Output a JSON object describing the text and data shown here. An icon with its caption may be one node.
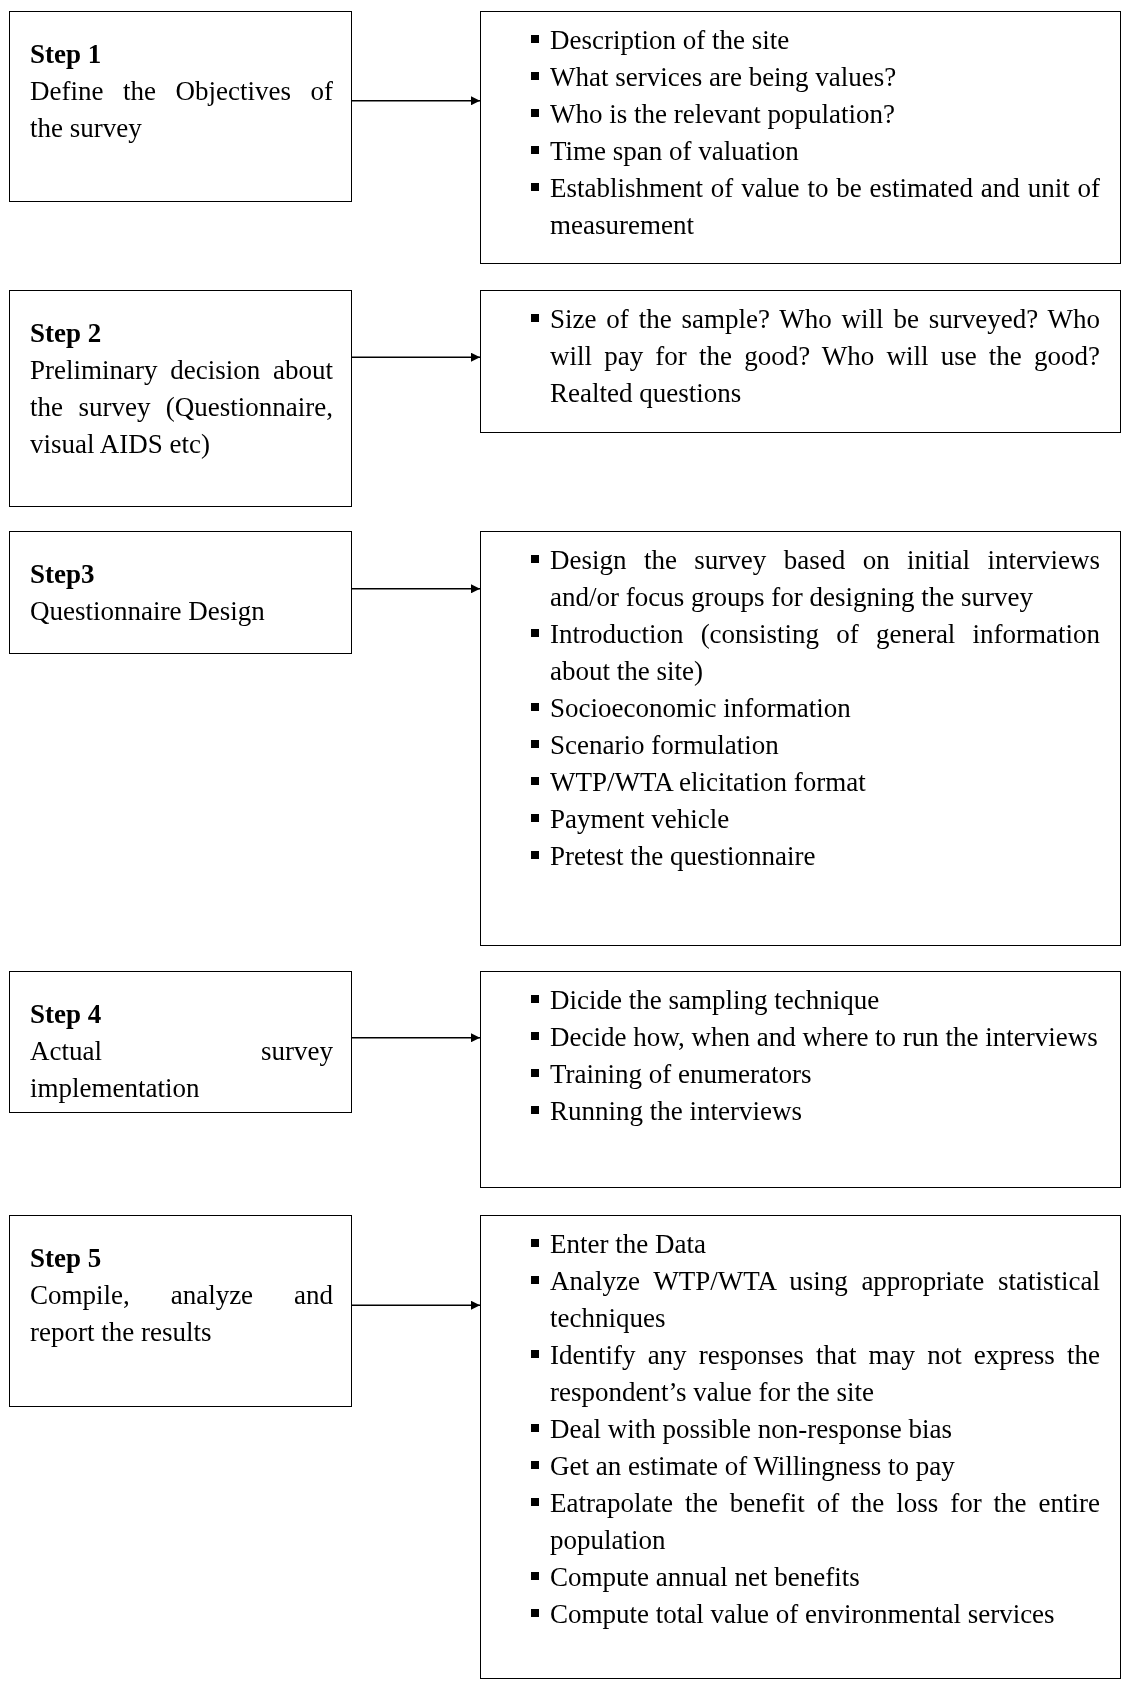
{
  "diagram": {
    "nodes": [
      {
        "text": [
          "Step 1",
          "Define the Objectives of the survey"
        ]
      },
      {
        "text": [
          "Description of the site",
          "What services are being values?",
          "Who is the relevant population?",
          "Time span of valuation",
          "Establishment of value to be estimated and unit of measurement"
        ]
      },
      {
        "text": [
          "Step 2",
          "Preliminary decision about the survey (Questionnaire, visual AIDS etc)"
        ]
      },
      {
        "text": [
          "Size of the sample? Who will be surveyed? Who will pay for the good? Who will use the good? Realted questions"
        ]
      },
      {
        "text": [
          "Step3",
          "Questionnaire Design"
        ]
      },
      {
        "text": [
          "Design the survey based on initial interviews and/or focus groups for designing the survey",
          "Introduction (consisting of general information about the site)",
          "Socioeconomic information",
          "Scenario formulation",
          "WTP/WTA elicitation format",
          "Payment vehicle",
          "Pretest the questionnaire"
        ]
      },
      {
        "text": [
          "Step 4",
          "Actual survey implementation"
        ]
      },
      {
        "text": [
          "Dicide the sampling technique",
          "Decide how, when and where to run the interviews",
          "Training of enumerators",
          "Running the interviews"
        ]
      },
      {
        "text": [
          "Step 5",
          "Compile, analyze and report the results"
        ]
      },
      {
        "text": [
          "Enter the Data",
          "Analyze WTP/WTA using appropriate statistical techniques",
          "Identify any responses that may not express the respondent’s value for the site",
          "Deal with possible non-response bias",
          "Get an estimate of Willingness to pay",
          "Eatrapolate the benefit of the loss for the entire population",
          "Compute annual net benefits",
          "Compute total value of environmental services"
        ]
      }
    ],
    "edges": [
      {
        "from": 0,
        "to": 1,
        "arrow": "to"
      },
      {
        "from": 2,
        "to": 3,
        "arrow": "to"
      },
      {
        "from": 4,
        "to": 5,
        "arrow": "to"
      },
      {
        "from": 6,
        "to": 7,
        "arrow": "to"
      },
      {
        "from": 8,
        "to": 9,
        "arrow": "to"
      }
    ]
  }
}
